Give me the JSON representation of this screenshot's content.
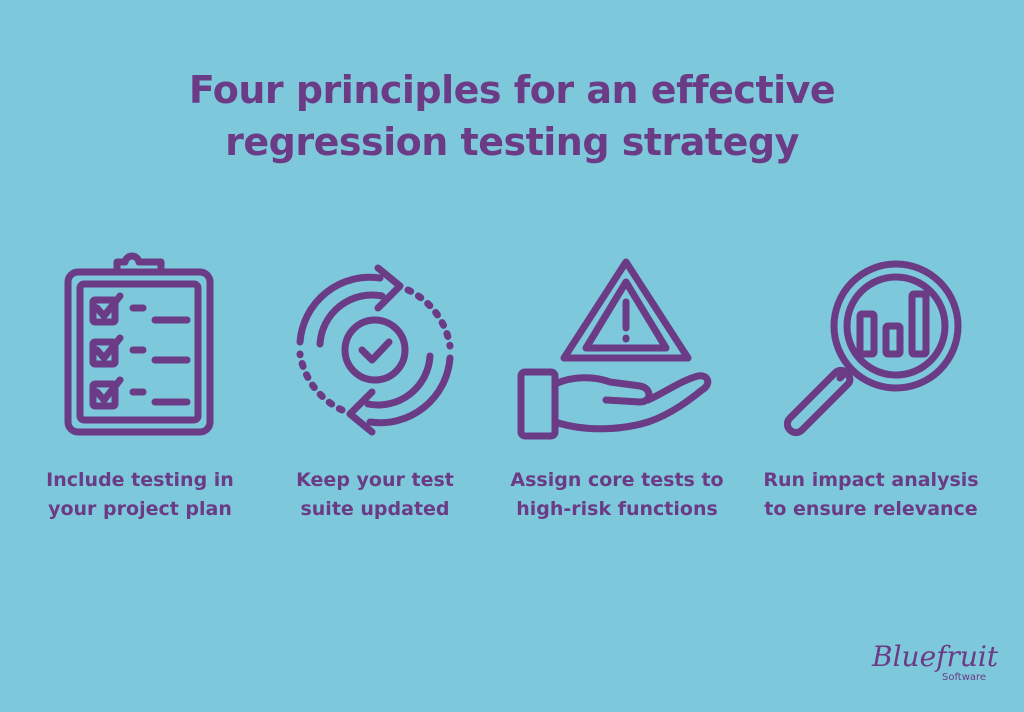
{
  "title": {
    "line1": "Four principles for an effective",
    "line2": "regression testing strategy"
  },
  "principles": [
    {
      "icon": "clipboard-checklist-icon",
      "line1": "Include testing in",
      "line2": "your project plan"
    },
    {
      "icon": "refresh-check-icon",
      "line1": "Keep your test",
      "line2": "suite updated"
    },
    {
      "icon": "warning-hand-icon",
      "line1": "Assign core tests to",
      "line2": "high-risk functions"
    },
    {
      "icon": "magnifier-chart-icon",
      "line1": "Run impact analysis",
      "line2": "to ensure relevance"
    }
  ],
  "brand": {
    "name": "Bluefruit",
    "sub": "Software"
  },
  "colors": {
    "background": "#7ec8dc",
    "accent": "#6b3b86"
  }
}
